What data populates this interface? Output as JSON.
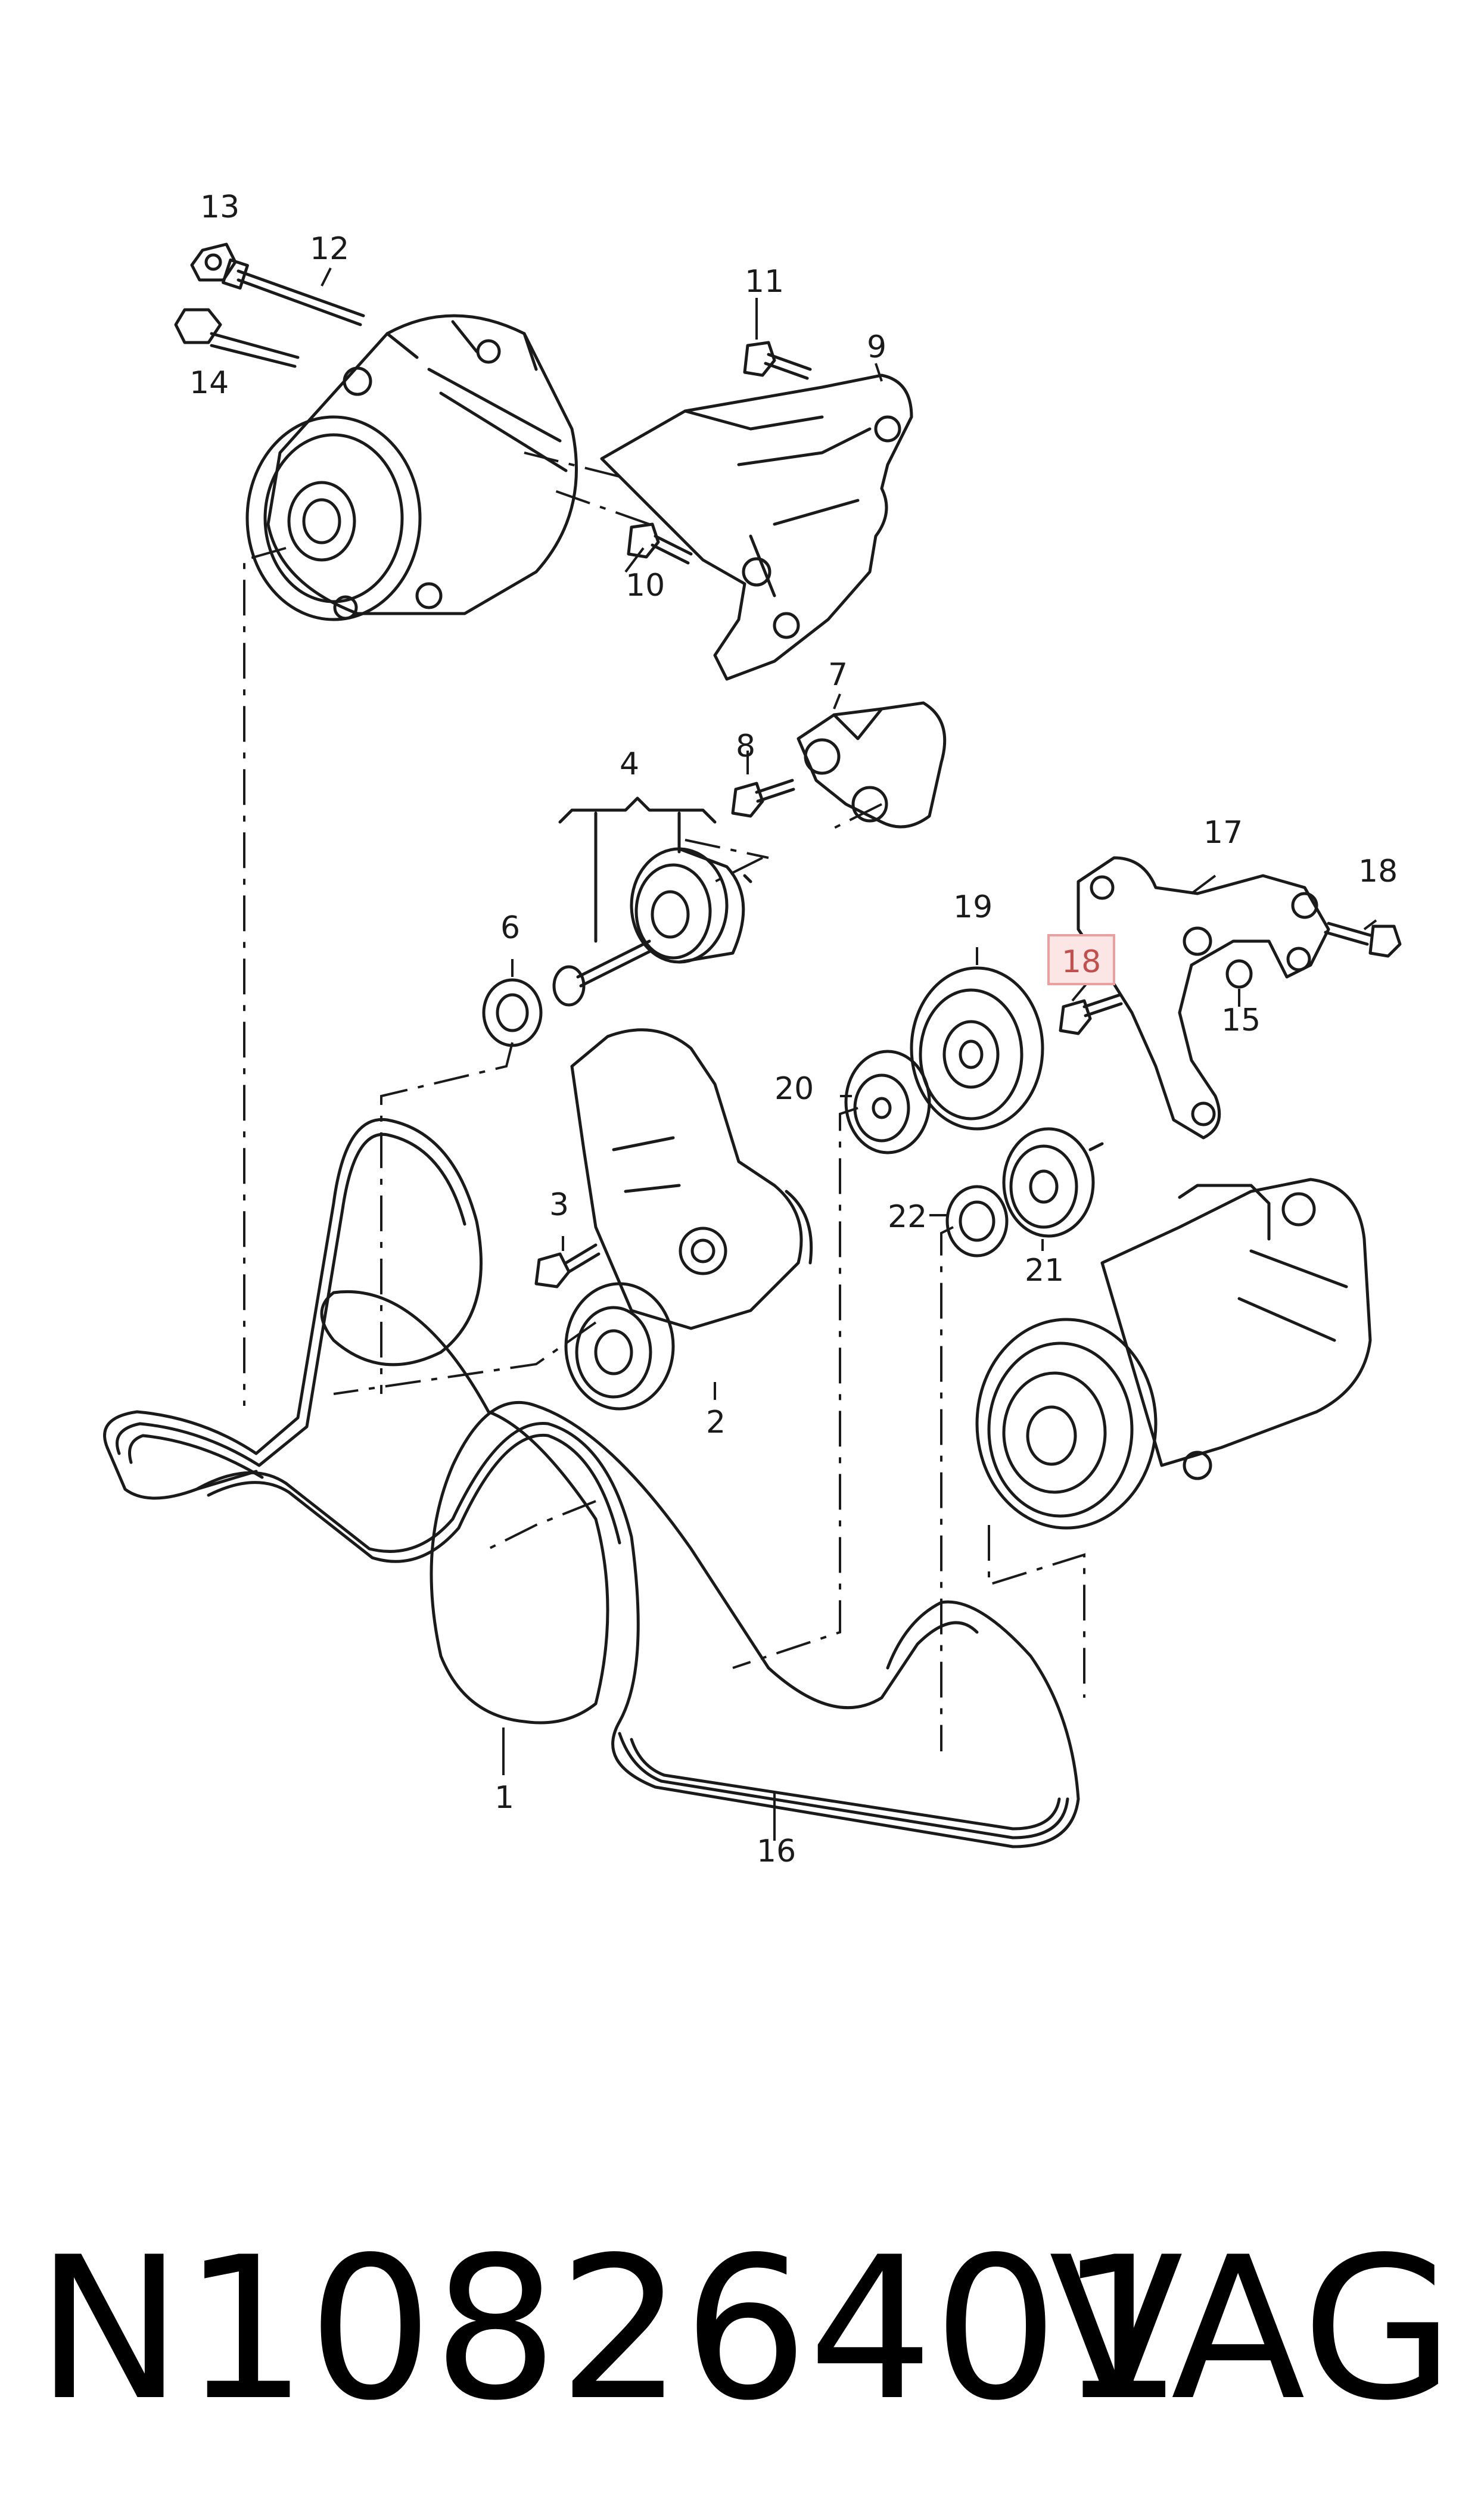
{
  "callouts": [
    "13",
    "12",
    "11",
    "9",
    "14",
    "10",
    "7",
    "8",
    "4",
    "17",
    "18",
    "19",
    "18",
    "6",
    "15",
    "20",
    "3",
    "22",
    "21",
    "2",
    "1",
    "16"
  ],
  "highlight": {
    "label": "18",
    "color": "#e8a0a0"
  },
  "footer": {
    "part_number": "N10826401",
    "brand": "VAG"
  }
}
